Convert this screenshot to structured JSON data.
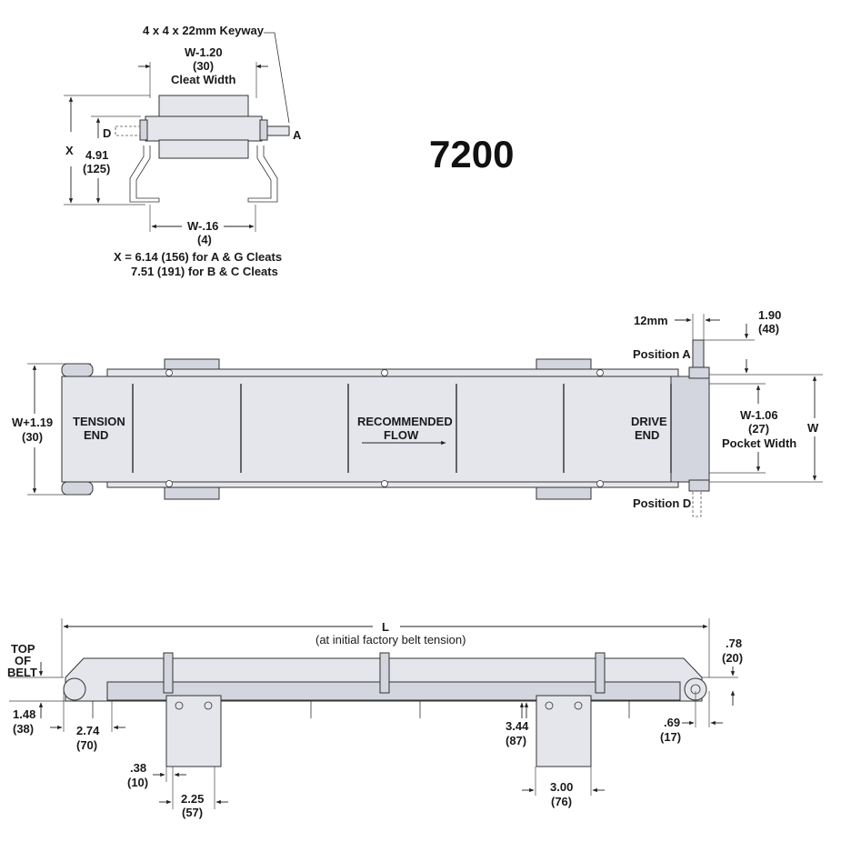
{
  "model_number": "7200",
  "end_view": {
    "keyway": "4 x 4 x 22mm Keyway",
    "cleat_width_dim": "W-1.20",
    "cleat_width_mm": "(30)",
    "cleat_width_label": "Cleat Width",
    "x_label": "X",
    "d_label": "D",
    "a_label": "A",
    "height_dim": "4.91",
    "height_mm": "(125)",
    "foot_width_dim": "W-.16",
    "foot_width_mm": "(4)",
    "x_note_line1": "X = 6.14 (156) for A & G Cleats",
    "x_note_line2": "7.51 (191) for B & C Cleats"
  },
  "top_view": {
    "shaft_dim": "12mm",
    "shaft_ext_dim": "1.90",
    "shaft_ext_mm": "(48)",
    "position_a": "Position A",
    "position_d": "Position D",
    "overall_width_dim": "W+1.19",
    "overall_width_mm": "(30)",
    "tension_line1": "TENSION",
    "tension_line2": "END",
    "flow_line1": "RECOMMENDED",
    "flow_line2": "FLOW",
    "drive_line1": "DRIVE",
    "drive_line2": "END",
    "pocket_dim": "W-1.06",
    "pocket_mm": "(27)",
    "pocket_label": "Pocket Width",
    "w_label": "W"
  },
  "side_view": {
    "length_label": "L",
    "length_note": "(at initial factory belt tension)",
    "top_of_belt_line1": "TOP",
    "top_of_belt_line2": "OF",
    "top_of_belt_line3": "BELT",
    "belt_height_dim": "1.48",
    "belt_height_mm": "(38)",
    "dim_274": "2.74",
    "dim_274_mm": "(70)",
    "dim_078": ".78",
    "dim_078_mm": "(20)",
    "dim_069": ".69",
    "dim_069_mm": "(17)",
    "dim_344": "3.44",
    "dim_344_mm": "(87)",
    "dim_038": ".38",
    "dim_038_mm": "(10)",
    "dim_225": "2.25",
    "dim_225_mm": "(57)",
    "dim_300": "3.00",
    "dim_300_mm": "(76)"
  }
}
